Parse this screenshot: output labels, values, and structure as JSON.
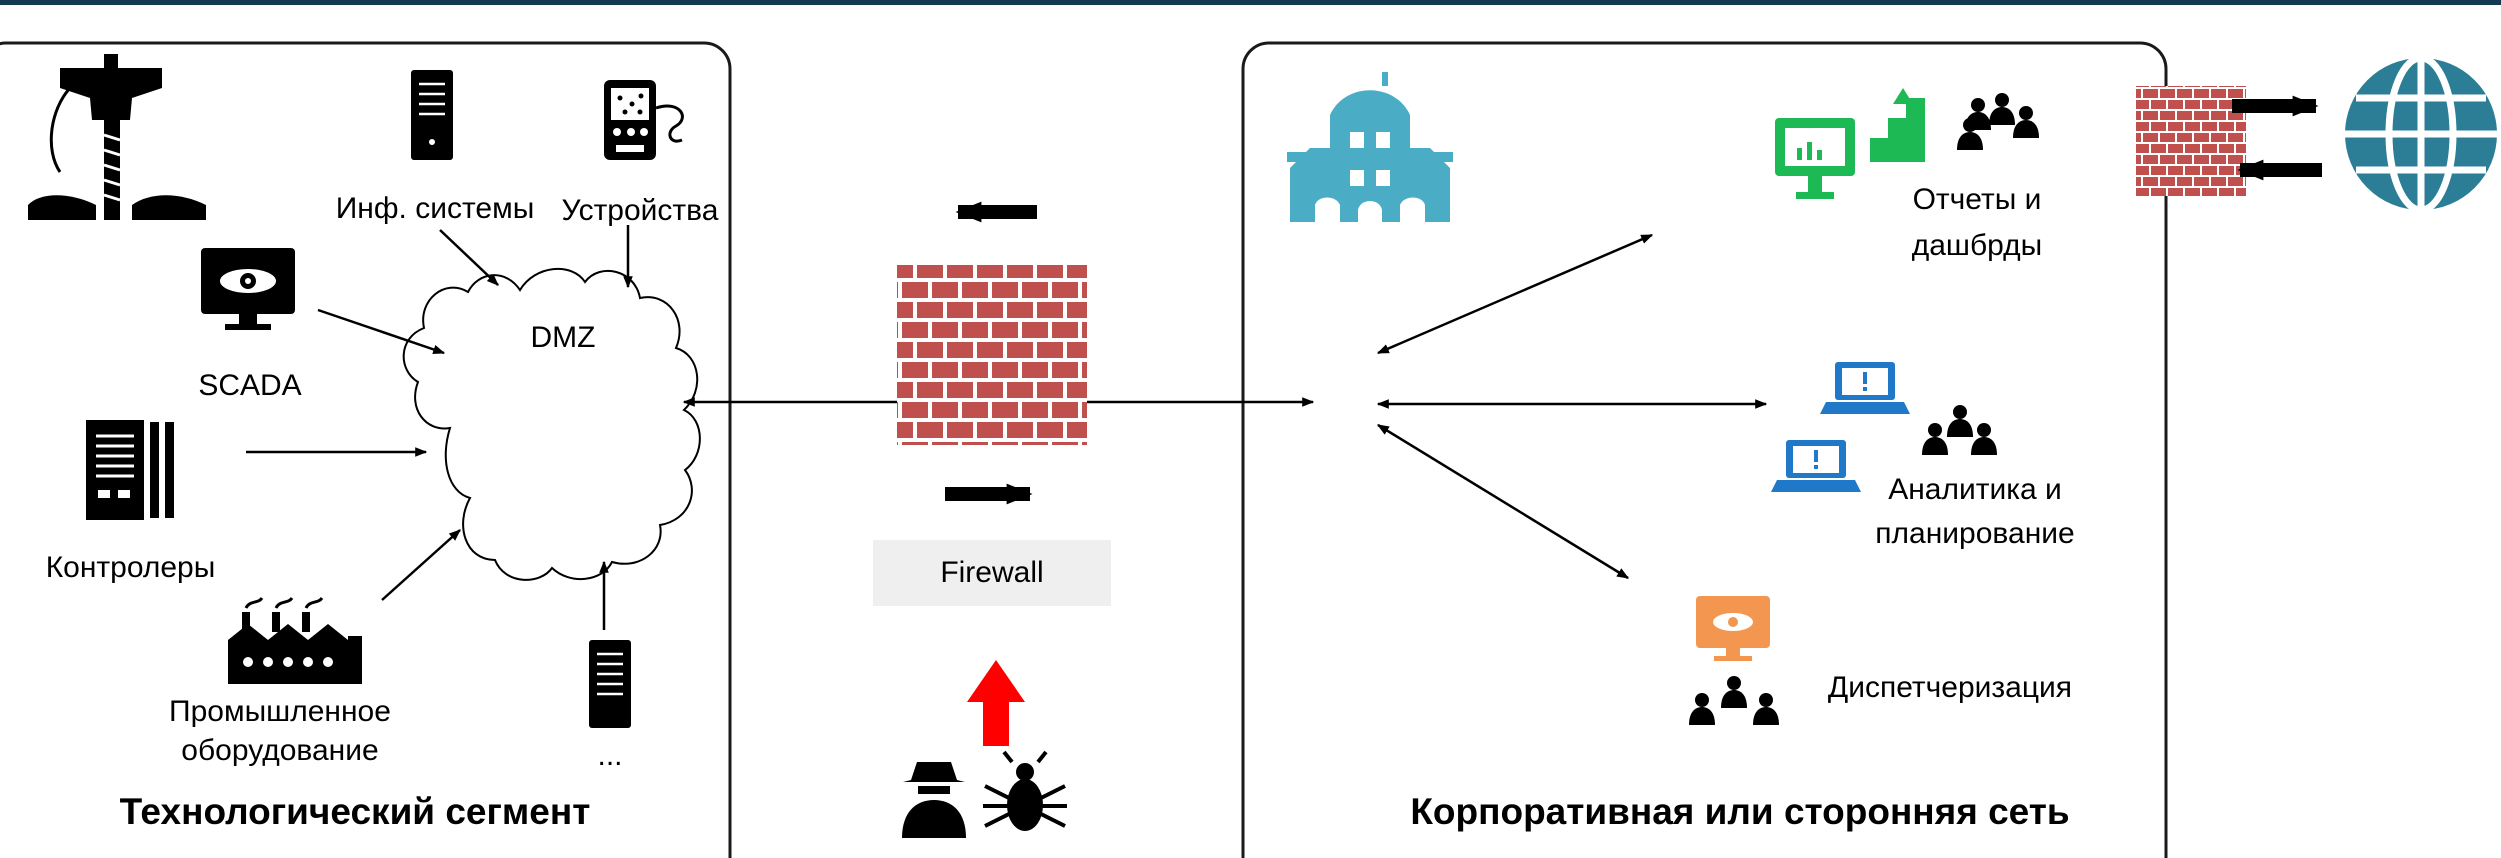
{
  "segments": {
    "tech": "Технологический сегмент",
    "corp": "Корпоративная или сторонняя сеть"
  },
  "nodes": {
    "dmz": "DMZ",
    "info_systems": "Инф. системы",
    "devices": "Устройства",
    "scada": "SCADA",
    "controllers": "Контролеры",
    "industrial_line1": "Промышленное",
    "industrial_line2": "оборудование",
    "other": "...",
    "firewall": "Firewall",
    "reports_line1": "Отчеты и",
    "reports_line2": "дашбрды",
    "analytics_line1": "Аналитика и",
    "analytics_line2": "планирование",
    "dispatch": "Диспетчеризация"
  },
  "icons": {
    "drill": "drill-icon",
    "server": "server-icon",
    "device": "measuring-device-icon",
    "scada": "monitor-eye-icon",
    "plc": "controller-icon",
    "factory": "factory-icon",
    "firewall": "brick-wall-icon",
    "hacker": "hacker-icon",
    "bug": "bug-icon",
    "office": "office-building-icon",
    "dashboard": "dashboard-monitor-icon",
    "laptop": "laptop-alert-icon",
    "dispatch_monitor": "monitor-eye-icon",
    "people": "people-group-icon",
    "globe": "globe-icon"
  },
  "colors": {
    "frame": "#1a1a1a",
    "brick": "#c0504d",
    "office": "#4bacc6",
    "dashboard": "#1db954",
    "laptop": "#1f78c8",
    "dispatch": "#f29650",
    "globe": "#2c7d96",
    "threat_arrow": "#ff0000",
    "topbar": "#143a52",
    "firewall_label_bg": "#efefef"
  }
}
